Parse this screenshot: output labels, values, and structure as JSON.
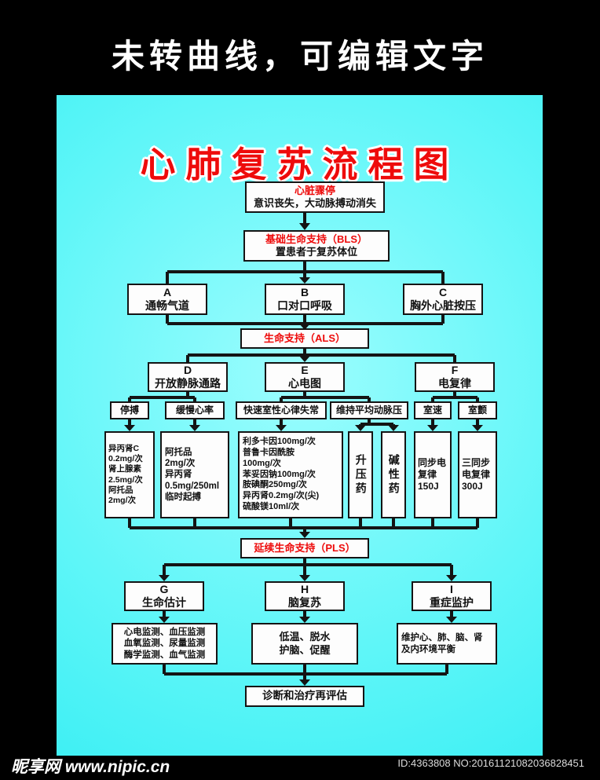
{
  "header": {
    "note": "未转曲线，可编辑文字"
  },
  "footer": {
    "watermark_site": "昵享网",
    "watermark_url": "www.nipic.cn",
    "image_id": "ID:4363808 NO:20161121082036828451"
  },
  "colors": {
    "poster_cyan": "#2BEDF2",
    "accent_red": "#EE0B0B",
    "box_border": "#141414"
  },
  "flowchart": {
    "title": "心肺复苏流程图",
    "stop": {
      "title": "心脏骤停",
      "subtitle": "意识丧失，大动脉搏动消失"
    },
    "bls": {
      "title": "基础生命支持（BLS）",
      "subtitle": "置患者于复苏体位"
    },
    "abc": [
      {
        "letter": "A",
        "label": "通畅气道"
      },
      {
        "letter": "B",
        "label": "口对口呼吸"
      },
      {
        "letter": "C",
        "label": "胸外心脏按压"
      }
    ],
    "als": {
      "title": "生命支持（ALS）"
    },
    "def": [
      {
        "letter": "D",
        "label": "开放静脉通路"
      },
      {
        "letter": "E",
        "label": "心电图"
      },
      {
        "letter": "F",
        "label": "电复律"
      }
    ],
    "conditions": [
      "停搏",
      "缓慢心率",
      "快速室性心律失常",
      "维持平均动脉压",
      "室速",
      "室颤"
    ],
    "treatments": {
      "asystole": [
        "异丙肾C",
        "0.2mg/次",
        "肾上腺素",
        "2.5mg/次",
        "阿托品",
        "2mg/次"
      ],
      "bradycardia": [
        "阿托品",
        "2mg/次",
        "异丙肾",
        "0.5mg/250ml",
        "临时起搏"
      ],
      "tachyarrhythmia": [
        "利多卡因100mg/次",
        "普鲁卡因酰胺",
        "100mg/次",
        "苯妥因钠100mg/次",
        "胺碘酮250mg/次",
        "异丙肾0.2mg/次(尖)",
        "硫酸镁10ml/次"
      ],
      "vasopressor": "升压药",
      "alkaline": "碱性药",
      "vt": [
        "同步电",
        "复律",
        "150J"
      ],
      "vf": [
        "三同步",
        "电复律",
        "300J"
      ]
    },
    "pls": {
      "title": "延续生命支持（PLS）"
    },
    "ghi": [
      {
        "letter": "G",
        "label": "生命估计"
      },
      {
        "letter": "H",
        "label": "脑复苏"
      },
      {
        "letter": "I",
        "label": "重症监护"
      }
    ],
    "outcomes": {
      "monitoring": [
        "心电监测、血压监测",
        "血氧监测、尿量监测",
        "酶学监测、血气监测"
      ],
      "brain": [
        "低温、脱水",
        "护脑、促醒"
      ],
      "icu": [
        "维护心、肺、脑、肾",
        "及内环境平衡"
      ]
    },
    "final": {
      "label": "诊断和治疗再评估"
    }
  }
}
